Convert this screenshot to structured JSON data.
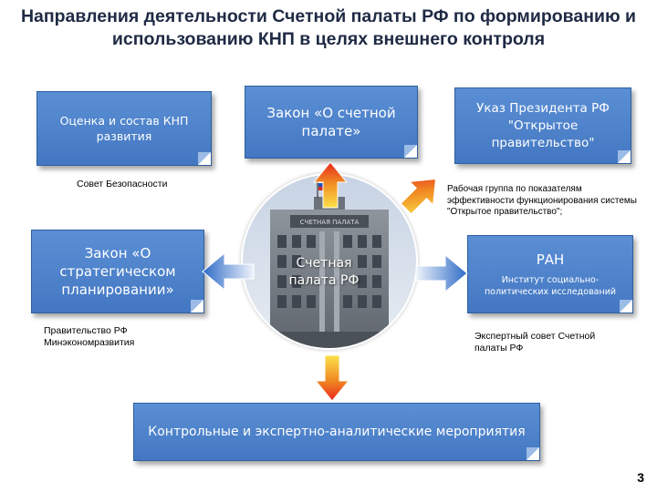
{
  "title": "Направления деятельности Счетной палаты РФ по формированию  и использованию КНП в целях внешнего контроля",
  "boxes": {
    "top_left": {
      "text": "Оценка и состав КНП развития"
    },
    "top_center": {
      "text": "Закон «О счетной палате»"
    },
    "top_right": {
      "text": "Указ Президента РФ \"Открытое правительство\""
    },
    "mid_left": {
      "text": "Закон «О стратегическом планировании»"
    },
    "mid_right": {
      "text": "РАН",
      "sub": "Институт социально-политических исследований"
    },
    "bottom": {
      "text": "Контрольные и экспертно-аналитические мероприятия"
    }
  },
  "center": {
    "label": "Счетная палата РФ"
  },
  "notes": {
    "security_council": "Совет Безопасности",
    "working_group": "Рабочая группа по  показателям эффективности функционирования системы \"Открытое правительство\";",
    "government": "Правительство РФ Минэкономразвития",
    "expert_council": "Экспертный совет Счетной палаты РФ"
  },
  "page_number": "3",
  "colors": {
    "box_fill": "#4f86cf",
    "arrow_red": "#e8281e",
    "arrow_yellow": "#fbe14a",
    "arrow_blue": "#2e6bc8"
  }
}
